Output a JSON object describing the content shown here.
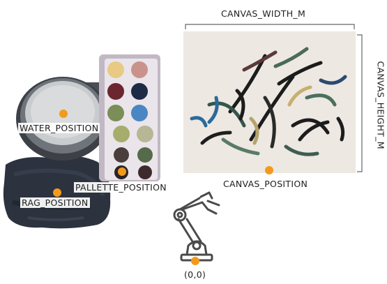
{
  "labels": {
    "canvas_width": "CANVAS_WIDTH_M",
    "canvas_height": "CANVAS_HEIGHT_M",
    "water": "WATER_POSITION",
    "pallette": "PALLETTE_POSITION",
    "rag": "RAG_POSITION",
    "canvas": "CANVAS_POSITION",
    "origin": "(0,0)"
  },
  "colors": {
    "marker": "#f39a1e",
    "dimension_line": "#666666",
    "canvas_paper": "#ede8e2",
    "rag": "#2a2f3a",
    "robot_line": "#4a4a4a"
  },
  "icons": {
    "robot": "robot-arm-icon"
  }
}
